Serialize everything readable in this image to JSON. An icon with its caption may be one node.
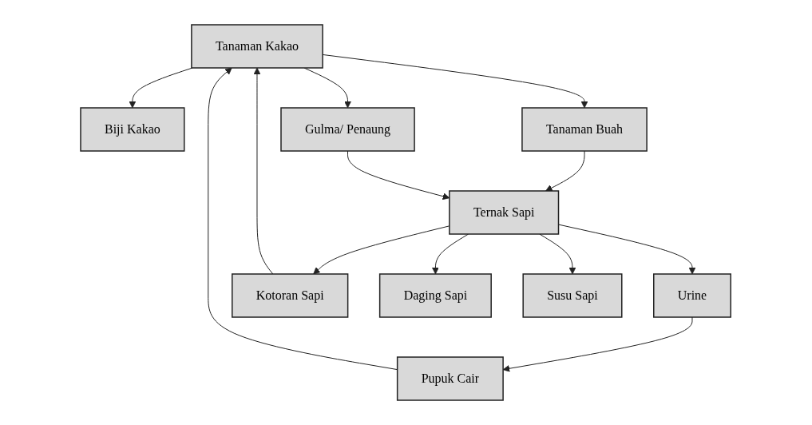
{
  "diagram": {
    "nodes": [
      {
        "text": [
          "Tanaman Kakao"
        ]
      },
      {
        "text": [
          "Biji Kakao"
        ]
      },
      {
        "text": [
          "Pupuk Cair"
        ]
      },
      {
        "text": [
          "Urine"
        ]
      },
      {
        "text": [
          "Kotoran Sapi"
        ]
      },
      {
        "text": [
          "Tanaman Buah"
        ]
      },
      {
        "text": [
          "Gulma/ Penaung"
        ]
      },
      {
        "text": [
          "Daging Sapi"
        ]
      },
      {
        "text": [
          "Susu Sapi"
        ]
      },
      {
        "text": [
          "Ternak Sapi"
        ]
      }
    ],
    "edges": [
      {
        "from": 0,
        "to": 1,
        "arrow": "to"
      },
      {
        "from": 0,
        "to": 5,
        "arrow": "to"
      },
      {
        "from": 0,
        "to": 6,
        "arrow": "to"
      },
      {
        "from": 2,
        "to": 0,
        "arrow": "to"
      },
      {
        "from": 4,
        "to": 0,
        "arrow": "to"
      },
      {
        "from": 3,
        "to": 2,
        "arrow": "to"
      },
      {
        "from": 9,
        "to": 3,
        "arrow": "to"
      },
      {
        "from": 9,
        "to": 4,
        "arrow": "to"
      },
      {
        "from": 9,
        "to": 7,
        "arrow": "to"
      },
      {
        "from": 9,
        "to": 8,
        "arrow": "to"
      },
      {
        "from": 5,
        "to": 9,
        "arrow": "to"
      },
      {
        "from": 6,
        "to": 9,
        "arrow": "to"
      }
    ]
  }
}
